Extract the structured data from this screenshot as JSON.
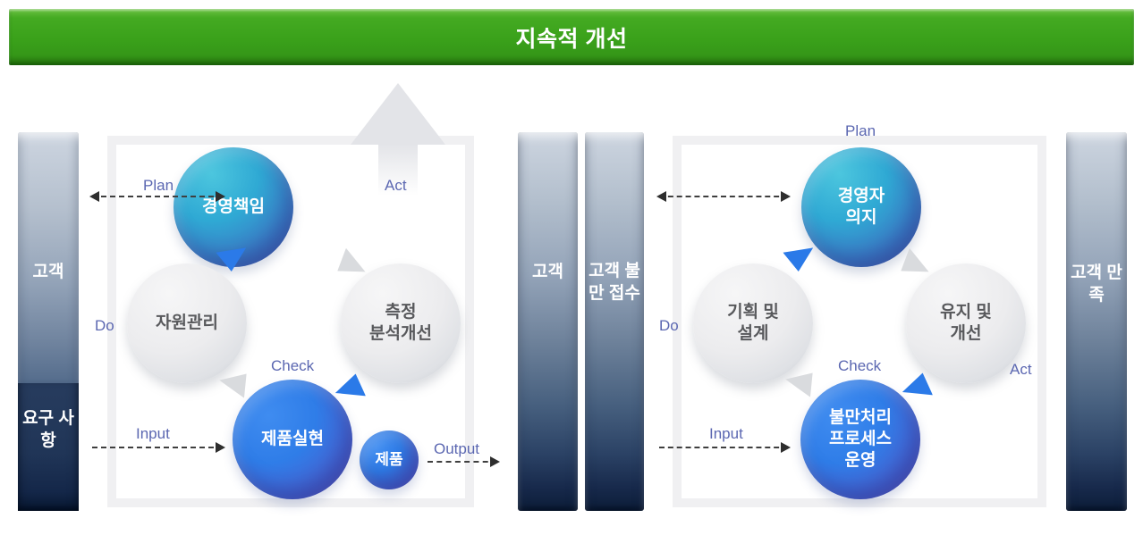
{
  "banner": {
    "title": "지속적 개선"
  },
  "bars": {
    "customer_requirements": {
      "top_label": "고객",
      "bottom_lines": [
        "요구",
        "사항"
      ]
    },
    "customer": {
      "label": "고객"
    },
    "complaint_intake": {
      "lines": [
        "고객",
        "불만",
        "접수"
      ]
    },
    "customer_satisfaction": {
      "lines": [
        "고객",
        "만족"
      ]
    }
  },
  "left_diagram": {
    "labels": {
      "plan": "Plan",
      "do": "Do",
      "check": "Check",
      "act": "Act",
      "input": "Input",
      "output": "Output"
    },
    "nodes": {
      "management_responsibility": {
        "lines": [
          "경영책임"
        ]
      },
      "resource_management": {
        "lines": [
          "자원관리"
        ]
      },
      "measurement_analysis_improvement": {
        "lines": [
          "측정",
          "분석개선"
        ]
      },
      "product_realization": {
        "lines": [
          "제품실현"
        ]
      },
      "product": {
        "lines": [
          "제품"
        ]
      }
    }
  },
  "right_diagram": {
    "labels": {
      "plan": "Plan",
      "do": "Do",
      "check": "Check",
      "act": "Act",
      "input": "Input"
    },
    "nodes": {
      "management_commitment": {
        "lines": [
          "경영자",
          "의지"
        ]
      },
      "planning_design": {
        "lines": [
          "기획 및",
          "설계"
        ]
      },
      "maintenance_improvement": {
        "lines": [
          "유지 및",
          "개선"
        ]
      },
      "complaint_process_operation": {
        "lines": [
          "불만처리",
          "프로세스",
          "운영"
        ]
      }
    }
  },
  "colors": {
    "banner_green": "#3aa11a",
    "circle_teal": "#2fa9d4",
    "circle_blue_purple": "#2f7de8",
    "circle_gray": "#ececee",
    "bar_navy_dark": "#16294a",
    "label_slate_blue": "#5b67b1",
    "triangle_blue": "#2b7ae8",
    "triangle_gray": "#d9dbde"
  }
}
